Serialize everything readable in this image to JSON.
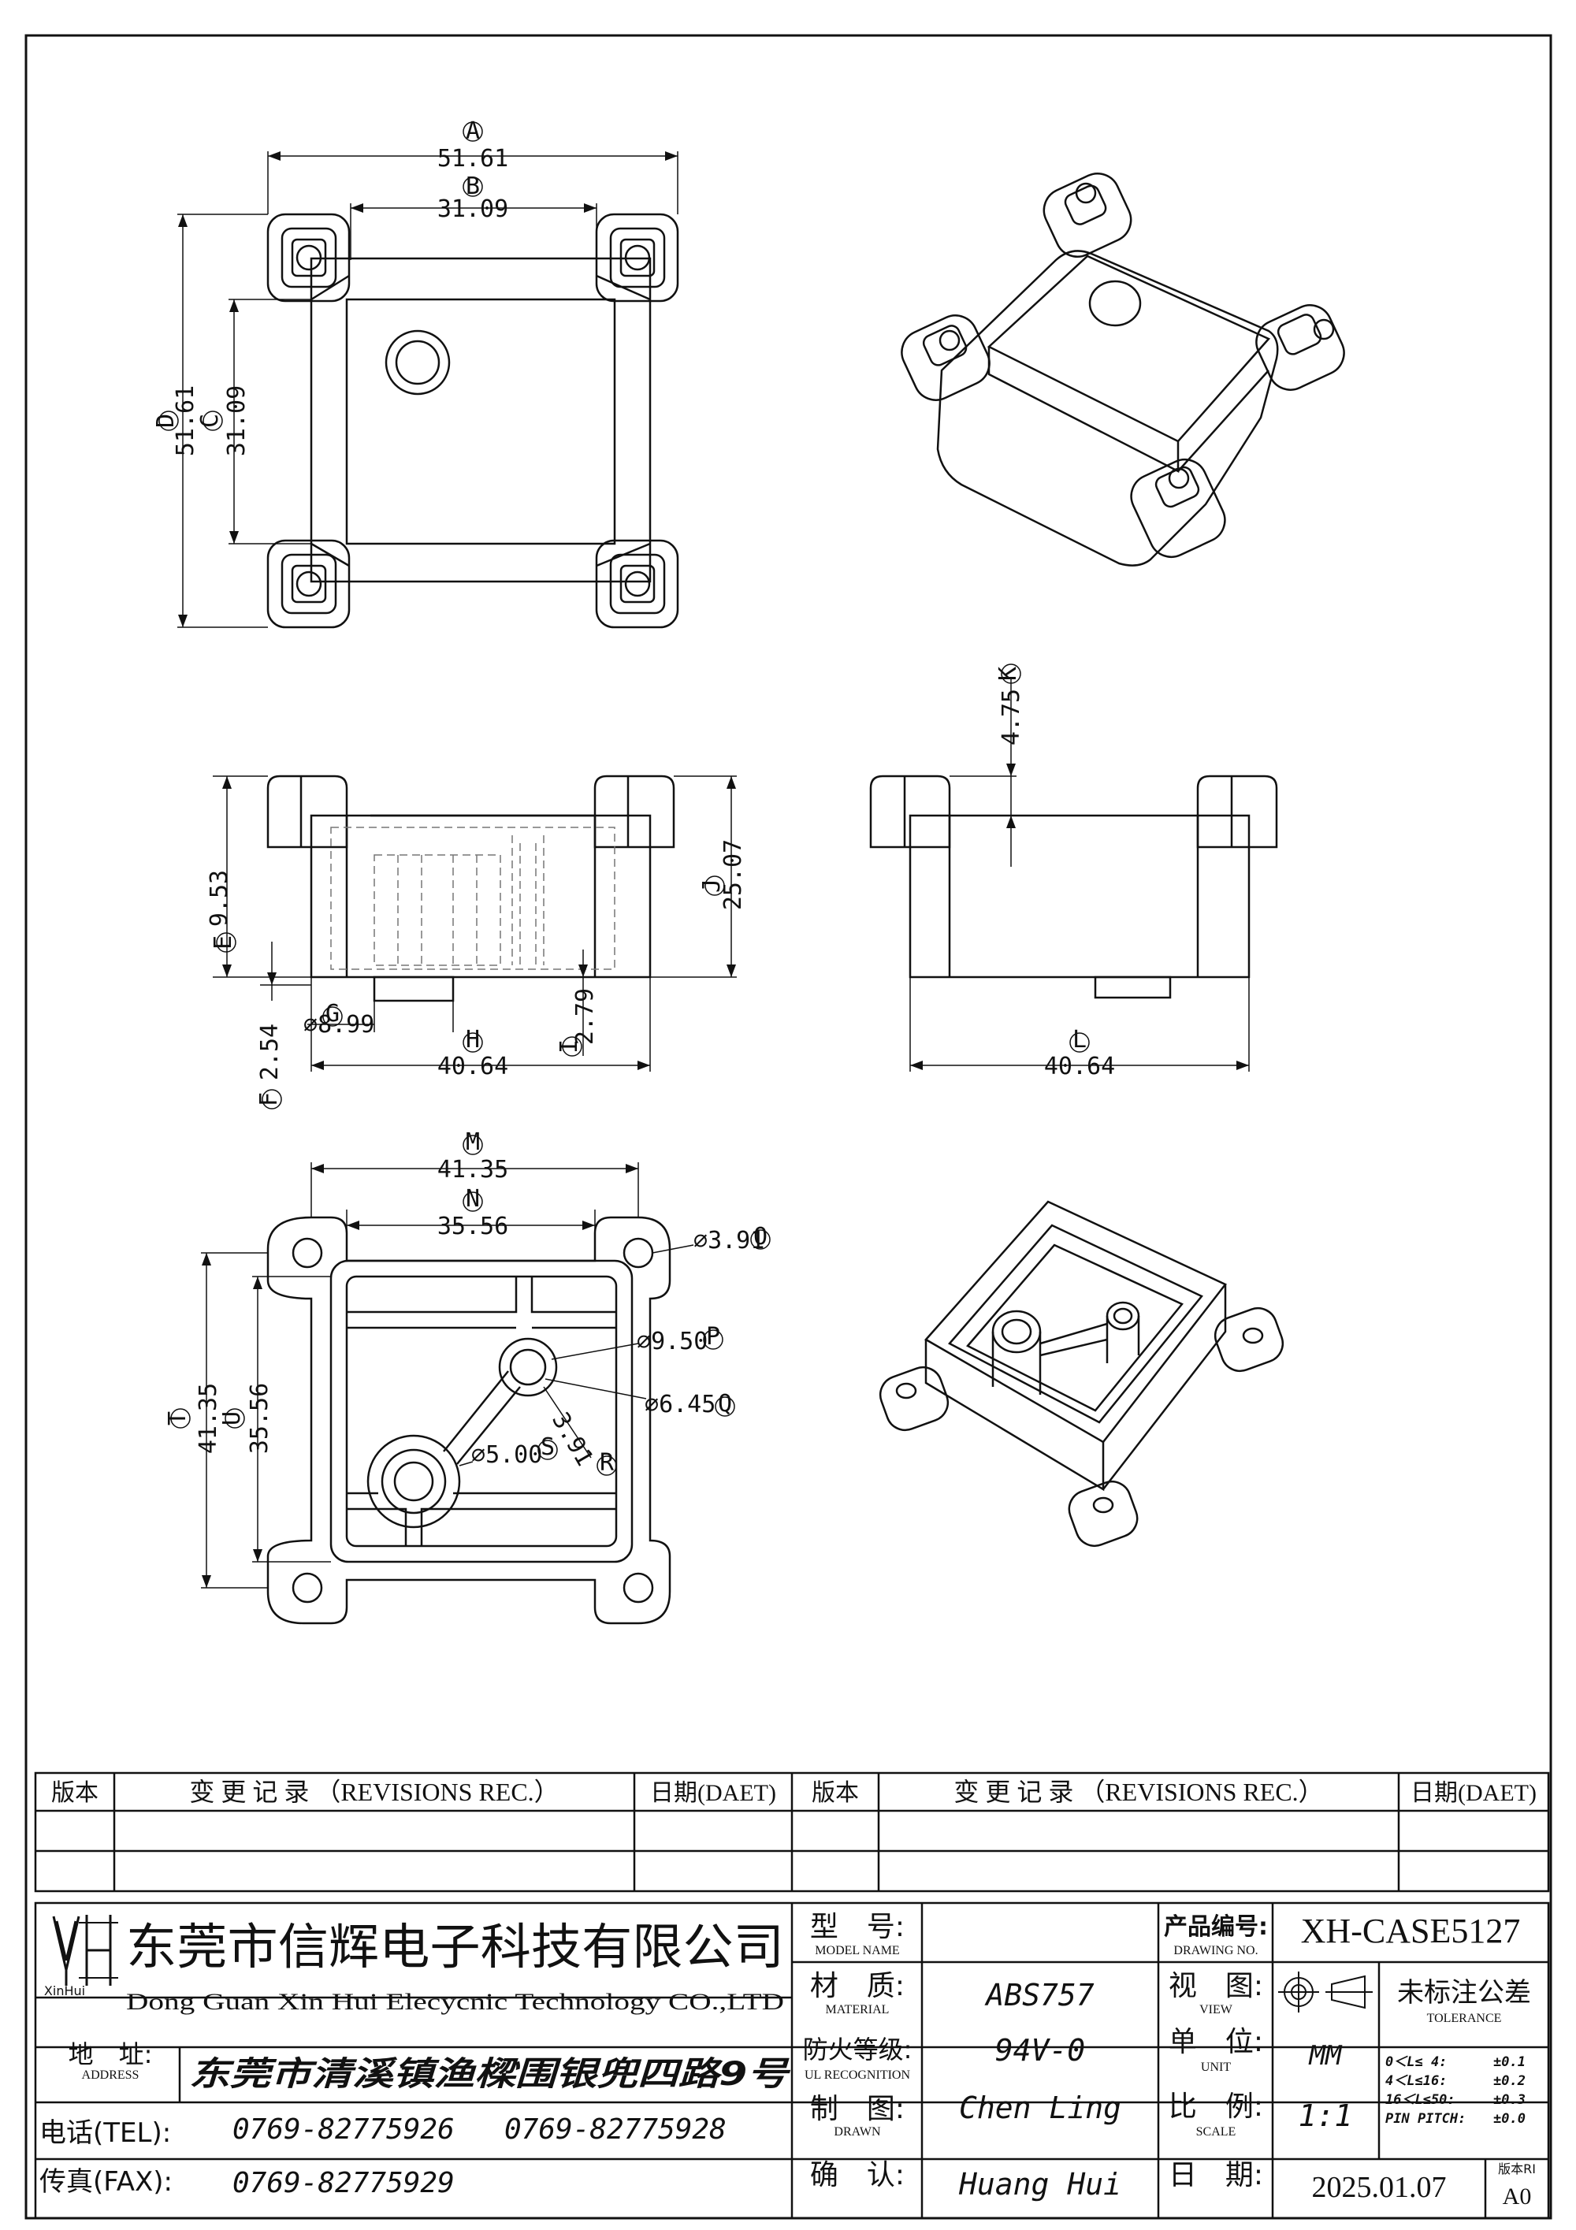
{
  "views": {
    "top": {
      "dims": {
        "overall_width": {
          "label": "51.61",
          "tag": "A"
        },
        "inner_width": {
          "label": "31.09",
          "tag": "B"
        },
        "inner_height": {
          "label": "31.09",
          "tag": "C"
        },
        "overall_height": {
          "label": "51.61",
          "tag": "D"
        }
      }
    },
    "front": {
      "dims": {
        "pin_height": {
          "label": "9.53",
          "tag": "E"
        },
        "pin_bottom": {
          "label": "2.54",
          "tag": "F"
        },
        "boss_dia": {
          "label": "8.99",
          "tag": "G"
        },
        "body_width": {
          "label": "40.64",
          "tag": "H"
        },
        "base_height": {
          "label": "2.79",
          "tag": "I"
        },
        "total_height": {
          "label": "25.07",
          "tag": "J"
        }
      }
    },
    "side": {
      "dims": {
        "top_height": {
          "label": "4.75",
          "tag": "K"
        },
        "body_width": {
          "label": "40.64",
          "tag": "L"
        }
      }
    },
    "bottom": {
      "dims": {
        "overall_width": {
          "label": "41.35",
          "tag": "M"
        },
        "inner_width": {
          "label": "35.56",
          "tag": "N"
        },
        "hole_dia": {
          "label": "3.91",
          "tag": "O"
        },
        "boss_outer": {
          "label": "9.50",
          "tag": "P"
        },
        "boss_inner": {
          "label": "6.45",
          "tag": "Q"
        },
        "rib_radius": {
          "label": "3.91",
          "tag": "R"
        },
        "post_dia": {
          "label": "5.00",
          "tag": "S"
        },
        "overall_height": {
          "label": "41.35",
          "tag": "T"
        },
        "inner_height": {
          "label": "35.56",
          "tag": "U"
        }
      }
    }
  },
  "revisions": {
    "col_version": "版本",
    "col_changes": "变 更 记 录 （REVISIONS REC.）",
    "col_date": "日期(DAET)"
  },
  "title_block": {
    "company_cn": "东莞市信辉电子科技有限公司",
    "company_en": "Dong Guan Xin Hui Elecycnic Technology CO.,LTD",
    "logo_caption": "XinHui",
    "address_label": "地　址:",
    "address_label_en": "ADDRESS",
    "address_value": "东莞市清溪镇渔樑围银兜四路9号",
    "tel_label": "电话(TEL):",
    "tel_1": "0769-82775926",
    "tel_2": "0769-82775928",
    "fax_label": "传真(FAX):",
    "fax_value": "0769-82775929",
    "model_label": "型　号:",
    "model_label_en": "MODEL NAME",
    "model_value": "",
    "material_label": "材　质:",
    "material_label_en": "MATERIAL",
    "material_value": "ABS757",
    "ul_label": "防火等级:",
    "ul_label_en": "UL RECOGNITION",
    "ul_value": "94V-0",
    "drawn_label": "制　图:",
    "drawn_label_en": "DRAWN",
    "drawn_value": "Chen Ling",
    "check_label": "确　认:",
    "check_value": "Huang Hui",
    "drawing_no_label": "产品编号:",
    "drawing_no_label_en": "DRAWING NO.",
    "drawing_no_value": "XH-CASE5127",
    "view_label": "视　图:",
    "view_label_en": "VIEW",
    "unit_label": "单　位:",
    "unit_label_en": "UNIT",
    "unit_value": "MM",
    "scale_label": "比　例:",
    "scale_label_en": "SCALE",
    "scale_value": "1:1",
    "date_label": "日　期:",
    "date_value": "2025.01.07",
    "version_label": "版本RI",
    "version_value": "A0",
    "tolerance_title": "未标注公差",
    "tolerance_title_en": "TOLERANCE",
    "tolerances": [
      {
        "range": "0＜L≤ 4:",
        "value": "±0.1"
      },
      {
        "range": "4＜L≤16:",
        "value": "±0.2"
      },
      {
        "range": "16＜L≤50:",
        "value": "±0.3"
      },
      {
        "range": "PIN PITCH:",
        "value": "±0.0"
      }
    ]
  }
}
